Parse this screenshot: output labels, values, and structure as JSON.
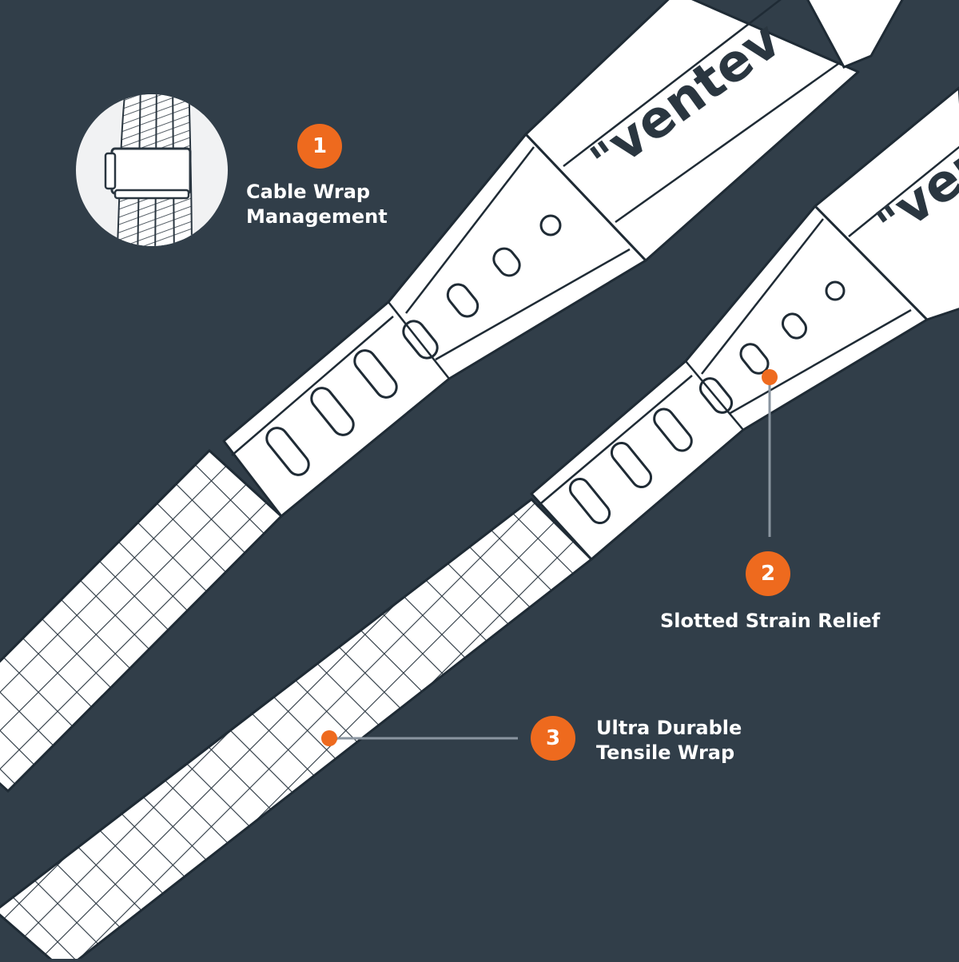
{
  "colors": {
    "background": "#313e49",
    "accent": "#ee6a1e",
    "cable": "#ffffff",
    "outline": "#1f2b35",
    "callout_line": "#8a95a0"
  },
  "brand": {
    "name": "ventev",
    "mark": "\""
  },
  "callouts": [
    {
      "number": "1",
      "lines": [
        "Cable Wrap",
        "Management"
      ]
    },
    {
      "number": "2",
      "lines": [
        "Slotted Strain Relief"
      ]
    },
    {
      "number": "3",
      "lines": [
        "Ultra Durable",
        "Tensile Wrap"
      ]
    }
  ],
  "inset": {
    "icon": "cable-wrap-clip-icon"
  }
}
